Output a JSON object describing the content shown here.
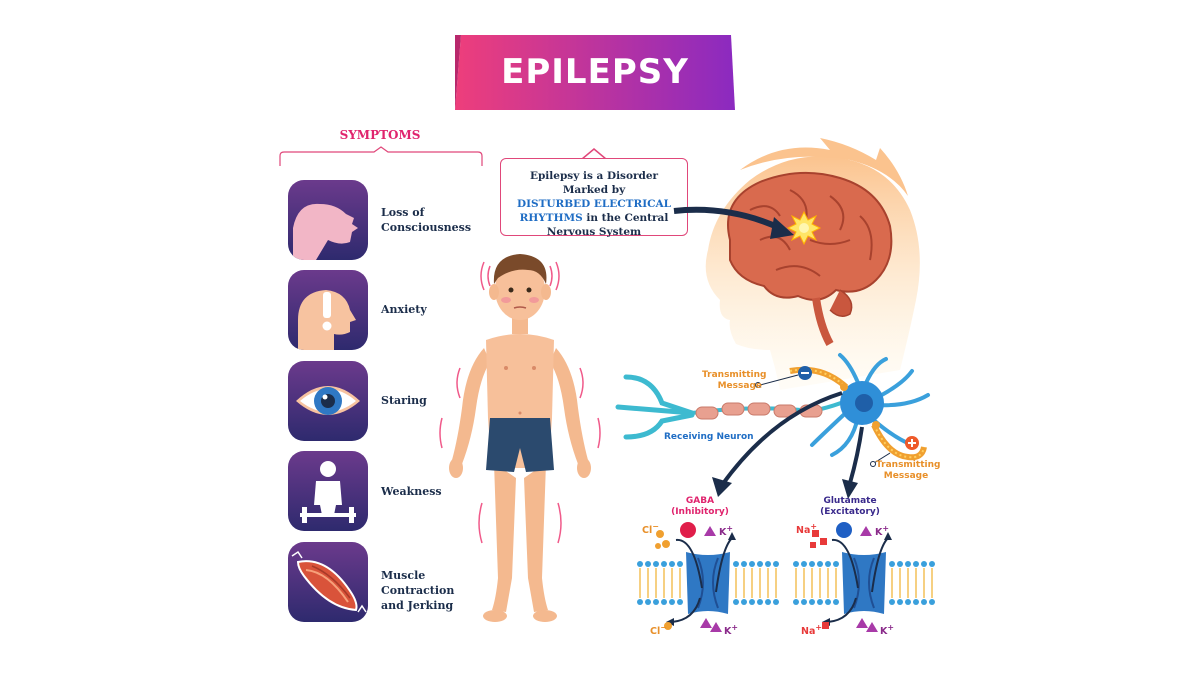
{
  "title": "EPILEPSY",
  "symptoms_heading": "SYMPTOMS",
  "symptoms": [
    {
      "line1": "Loss of",
      "line2": "Consciousness",
      "icon": "unconscious-head-icon"
    },
    {
      "line1": "Anxiety",
      "line2": "",
      "icon": "exclamation-head-icon"
    },
    {
      "line1": "Staring",
      "line2": "",
      "icon": "eye-icon"
    },
    {
      "line1": "Weakness",
      "line2": "",
      "icon": "weak-person-icon"
    },
    {
      "line1": "Muscle Contraction",
      "line2": "and Jerking",
      "icon": "muscle-icon"
    }
  ],
  "info": {
    "line1": "Epilepsy is a Disorder Marked by",
    "line2": "DISTURBED ELECTRICAL",
    "line3": "RHYTHMS",
    "line3b": " in the Central",
    "line4": "Nervous System"
  },
  "neuron": {
    "transmitting1_a": "Transmitting",
    "transmitting1_b": "Message",
    "receiving": "Receiving Neuron",
    "transmitting2_a": "Transmitting",
    "transmitting2_b": "Message"
  },
  "gaba": {
    "name": "GABA",
    "type": "(Inhibitory)"
  },
  "glutamate": {
    "name": "Glutamate",
    "type": "(Excitatory)"
  },
  "ions": {
    "cl": "Cl",
    "k": "K",
    "na": "Na",
    "minus": "−",
    "plus": "+"
  },
  "colors": {
    "accent_pink": "#e0246e",
    "navy": "#1b2d4a",
    "blue": "#1f6dc4",
    "orange": "#e8902a"
  }
}
